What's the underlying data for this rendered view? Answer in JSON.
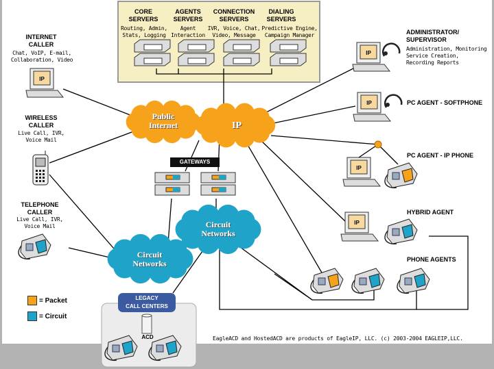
{
  "servers": [
    {
      "title": "CORE\nSERVERS",
      "desc": "Routing, Admin,\nStats, Logging"
    },
    {
      "title": "AGENTS\nSERVERS",
      "desc": "Agent\nInteraction"
    },
    {
      "title": "CONNECTION\nSERVERS",
      "desc": "IVR, Voice, Chat,\nVideo, Message"
    },
    {
      "title": "DIALING\nSERVERS",
      "desc": "Predictive Engine,\nCampaign Manager"
    }
  ],
  "callers": {
    "internet": {
      "title": "INTERNET\nCALLER",
      "desc": "Chat, VoIP, E-mail,\nCollaboration, Video"
    },
    "wireless": {
      "title": "WIRELESS\nCALLER",
      "desc": "Live Call, IVR,\nVoice Mail"
    },
    "telephone": {
      "title": "TELEPHONE\nCALLER",
      "desc": "Live Call, IVR,\nVoice Mail"
    }
  },
  "agents": {
    "admin": {
      "title": "ADMINISTRATOR/\nSUPERVISOR",
      "desc": "Administration, Monitoring\nService Creation,\nRecording Reports"
    },
    "softphone": {
      "title": "PC AGENT - SOFTPHONE"
    },
    "ipphone": {
      "title": "PC AGENT - IP PHONE"
    },
    "hybrid": {
      "title": "HYBRID AGENT"
    },
    "phone": {
      "title": "PHONE AGENTS"
    }
  },
  "clouds": {
    "public_internet": "Public\nInternet",
    "ip": "IP",
    "circuit_right": "Circuit\nNetworks",
    "circuit_left": "Circuit\nNetworks"
  },
  "gateways": "GATEWAYS",
  "legacy": {
    "label": "LEGACY\nCALL CENTERS",
    "acd": "ACD"
  },
  "screen_label": "IP",
  "legend": {
    "packet": "= Packet",
    "circuit": "= Circuit"
  },
  "colors": {
    "packet": "#f7a21b",
    "circuit": "#1fa3c8",
    "server_box": "#f7efc4",
    "legacy_label": "#3c5aa0"
  },
  "copyright": "EagleACD and HostedACD are products of EagleIP, LLC. (c) 2003-2004 EAGLEIP,LLC."
}
